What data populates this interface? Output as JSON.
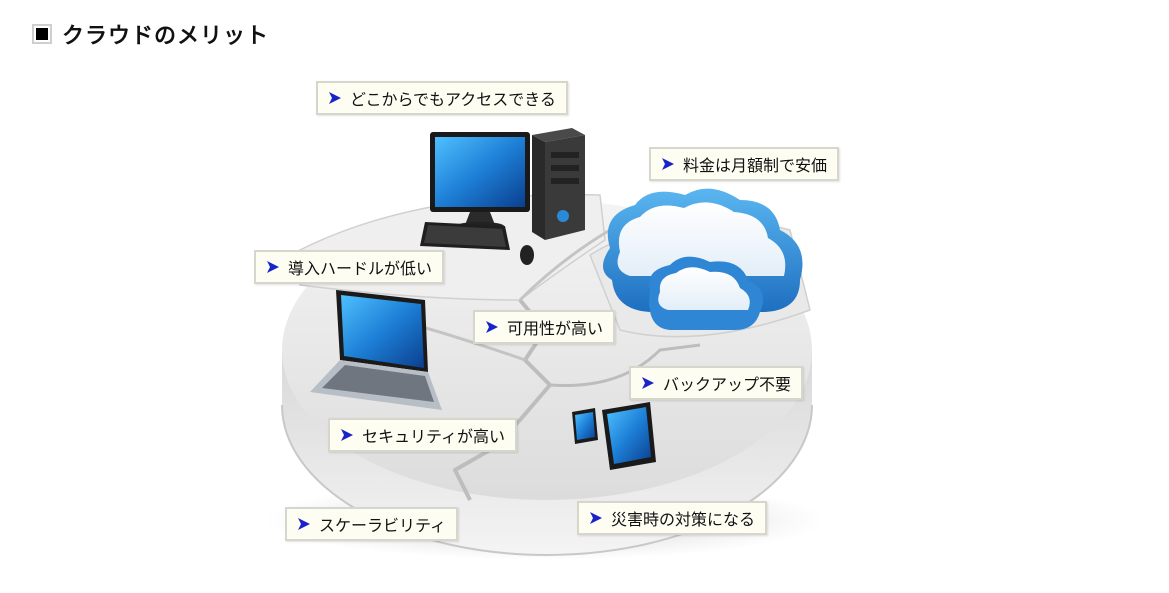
{
  "heading": {
    "title": "クラウドのメリット"
  },
  "labels": [
    {
      "id": "anywhere",
      "text": "どこからでもアクセスできる"
    },
    {
      "id": "price",
      "text": "料金は月額制で安価"
    },
    {
      "id": "low-barrier",
      "text": "導入ハードルが低い"
    },
    {
      "id": "availability",
      "text": "可用性が高い"
    },
    {
      "id": "no-backup",
      "text": "バックアップ不要"
    },
    {
      "id": "security",
      "text": "セキュリティが高い"
    },
    {
      "id": "scalability",
      "text": "スケーラビリティ"
    },
    {
      "id": "disaster",
      "text": "災害時の対策になる"
    }
  ],
  "colors": {
    "arrow": "#1a23c8",
    "label_bg": "#fdfdf2",
    "cloud": "#2a8fd8"
  }
}
